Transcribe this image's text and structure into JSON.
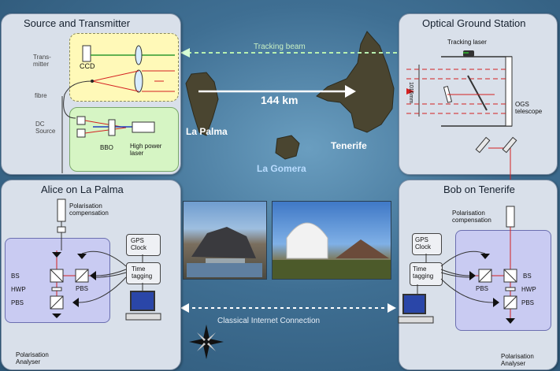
{
  "panels": {
    "source": {
      "title": "Source and Transmitter",
      "transmitter": "Trans-\nmitter",
      "ccd": "CCD",
      "fibre": "fibre",
      "dc_source": "DC\nSource",
      "bbo": "BBO",
      "laser": "High power\nlaser"
    },
    "ogs": {
      "title": "Optical Ground Station",
      "tracking_laser": "Tracking laser",
      "dimension": "1016mm",
      "telescope": "OGS\ntelescope"
    },
    "alice": {
      "title": "Alice on La Palma",
      "pol_comp": "Polarisation\ncompensation",
      "gps": "GPS\nClock",
      "time_tagging": "Time\ntagging",
      "bs": "BS",
      "hwp": "HWP",
      "pbs_left": "PBS",
      "pbs_right": "PBS",
      "analyser": "Polarisation\nAnalyser"
    },
    "bob": {
      "title": "Bob on Tenerife",
      "pol_comp": "Polarisation\ncompensation",
      "gps": "GPS\nClock",
      "time_tagging": "Time\ntagging",
      "bs": "BS",
      "hwp": "HWP",
      "pbs_upper": "PBS",
      "pbs_lower": "PBS",
      "analyser": "Polarisation\nAnalyser"
    }
  },
  "map": {
    "tracking_beam": "Tracking beam",
    "distance": "144 km",
    "la_palma": "La Palma",
    "tenerife": "Tenerife",
    "la_gomera": "La Gomera",
    "classical": "Classical Internet Connection"
  },
  "colors": {
    "sea": "#3f6f93",
    "panel": "#d9e0ea",
    "transmitter_box": "#fff9b8",
    "dc_box": "#d6f5c4",
    "analyser_box": "#c9cbf2",
    "beam_red": "#d42020",
    "beam_green": "#2f9a2f",
    "label_blue": "#9ed0ff"
  }
}
